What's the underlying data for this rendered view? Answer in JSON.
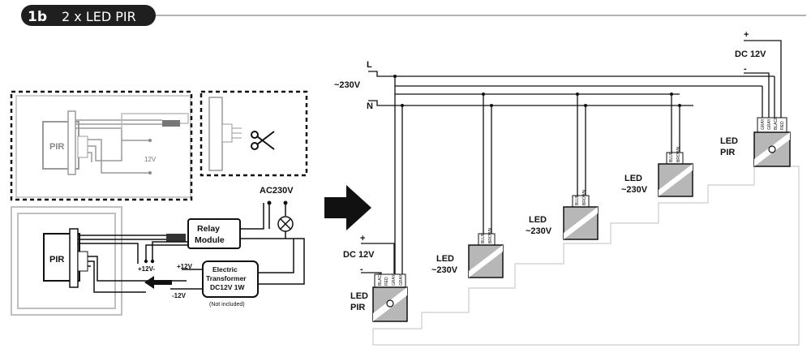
{
  "header": {
    "badge": "1b",
    "title": "2 x LED PIR"
  },
  "left_diagram": {
    "pir_label_top": "PIR",
    "v12_label": "12V",
    "pir_label_bottom": "PIR",
    "relay_label_line1": "Relay",
    "relay_label_line2": "Module",
    "ac_label": "AC230V",
    "plus12v_label": "+12V",
    "minus12v_label": "-12V",
    "relay_supply_label": "+12V-",
    "transformer_line1": "Electric",
    "transformer_line2": "Transformer",
    "transformer_line3": "DC12V 1W",
    "not_included": "(Not included)"
  },
  "right_diagram": {
    "L": "L",
    "ac_label": "~230V",
    "N": "N",
    "plus_top": "+",
    "dc_top": "DC 12V",
    "minus_top": "-",
    "plus_bottom": "+",
    "dc_bottom": "DC 12V",
    "minus_bottom": "-",
    "led_pir_top_line1": "LED",
    "led_pir_top_line2": "PIR",
    "led_pir_bottom_line1": "LED",
    "led_pir_bottom_line2": "PIR",
    "led_line1": "LED",
    "led_line2": "~230V",
    "wire_gray": "GRAY",
    "wire_black": "BLACK",
    "wire_red": "RED",
    "wire_blue": "BLUE",
    "wire_brown": "BROWN"
  }
}
